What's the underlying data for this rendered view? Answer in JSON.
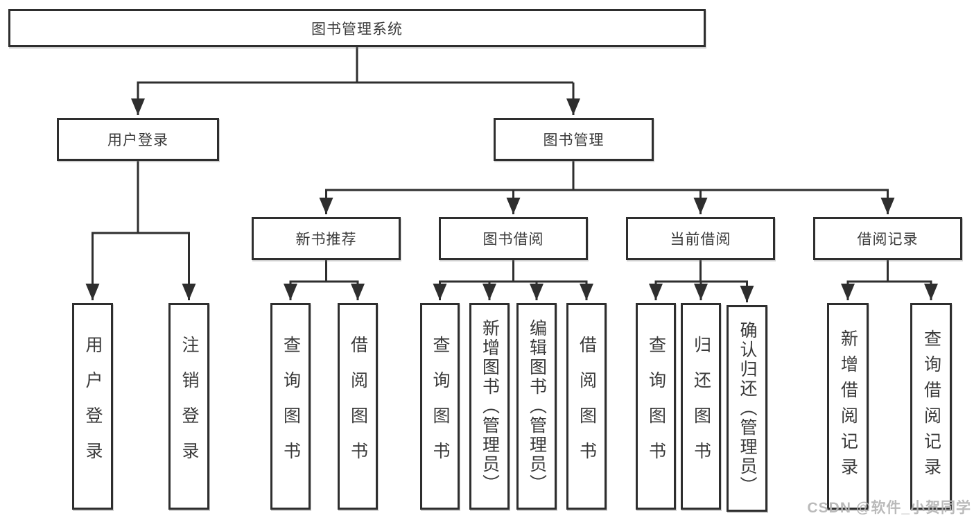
{
  "diagram": {
    "root": {
      "label": "图书管理系统"
    },
    "branches": [
      {
        "label": "用户登录",
        "children": [
          {
            "label": "用户登录"
          },
          {
            "label": "注销登录"
          }
        ]
      },
      {
        "label": "图书管理",
        "children": [
          {
            "label": "新书推荐",
            "children": [
              {
                "label": "查询图书"
              },
              {
                "label": "借阅图书"
              }
            ]
          },
          {
            "label": "图书借阅",
            "children": [
              {
                "label": "查询图书"
              },
              {
                "label": "新增图书（管理员）"
              },
              {
                "label": "编辑图书（管理员）"
              },
              {
                "label": "借阅图书"
              }
            ]
          },
          {
            "label": "当前借阅",
            "children": [
              {
                "label": "查询图书"
              },
              {
                "label": "归还图书"
              },
              {
                "label": "确认归还（管理员）"
              }
            ]
          },
          {
            "label": "借阅记录",
            "children": [
              {
                "label": "新增借阅记录"
              },
              {
                "label": "查询借阅记录"
              }
            ]
          }
        ]
      }
    ]
  },
  "watermark": {
    "text": "CSDN @软件_小贺同学"
  },
  "colors": {
    "line": "#2e2e2e",
    "text": "#3a3a3a",
    "background": "#ffffff",
    "watermark": "#b2b2b2"
  }
}
